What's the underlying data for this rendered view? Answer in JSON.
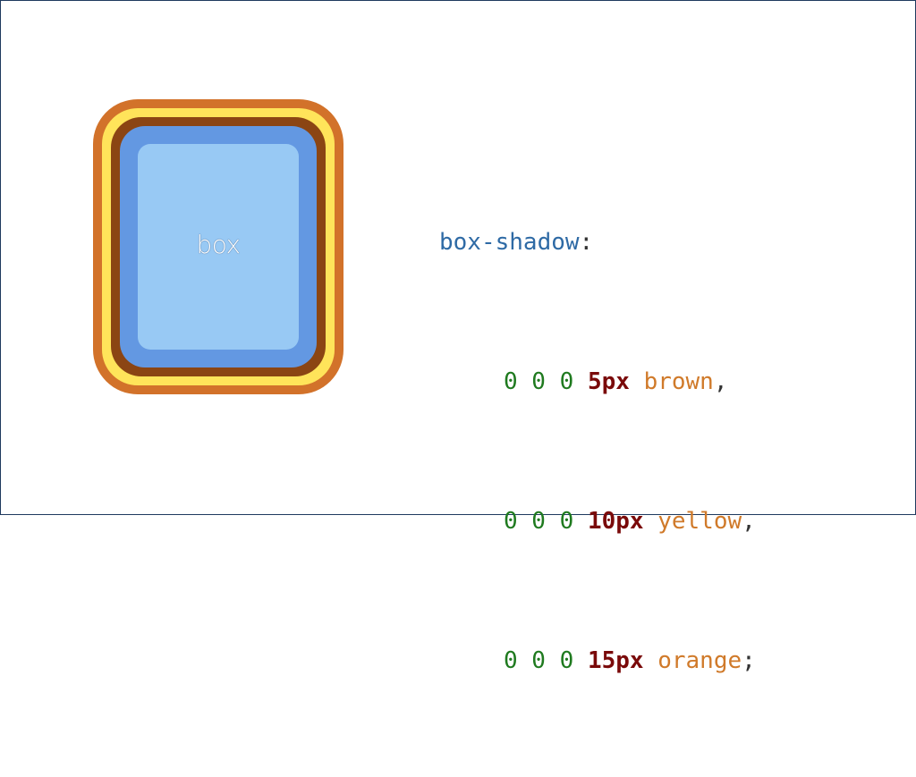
{
  "demo": {
    "box_label": "box",
    "colors": {
      "box_background": "#6398e2",
      "box_content": "#98c9f4",
      "shadow_1": "#8b4513",
      "shadow_2": "#ffe45a",
      "shadow_3": "#d2722a"
    }
  },
  "code": {
    "property": "box-shadow",
    "colon": ":",
    "shadows": [
      {
        "offsets": "0 0 0",
        "spread": "5px",
        "color": "brown",
        "terminator": ","
      },
      {
        "offsets": "0 0 0",
        "spread": "10px",
        "color": "yellow",
        "terminator": ","
      },
      {
        "offsets": "0 0 0",
        "spread": "15px",
        "color": "orange",
        "terminator": ";"
      }
    ]
  }
}
